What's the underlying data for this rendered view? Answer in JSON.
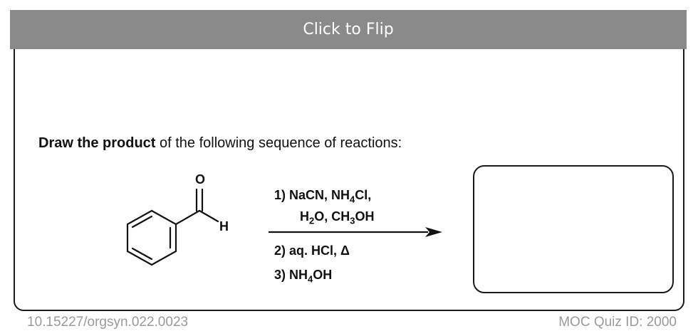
{
  "header": {
    "flip_label": "Click to Flip"
  },
  "question": {
    "bold_part": "Draw the product",
    "rest": " of the following sequence of reactions:"
  },
  "molecule": {
    "oxygen_label": "O",
    "hydrogen_label": "H"
  },
  "conditions": {
    "step1_line1_prefix": "1)  NaCN, NH",
    "step1_line1_sub": "4",
    "step1_line1_suffix": "Cl,",
    "step1_line2_a": "H",
    "step1_line2_sub1": "2",
    "step1_line2_b": "O, CH",
    "step1_line2_sub2": "3",
    "step1_line2_c": "OH",
    "step2": "2)  aq. HCl,  Δ",
    "step3_prefix": "3)  NH",
    "step3_sub": "4",
    "step3_suffix": "OH"
  },
  "footer": {
    "doi": "10.15227/orgsyn.022.0023",
    "quiz_id": "MOC Quiz ID: 2000"
  }
}
